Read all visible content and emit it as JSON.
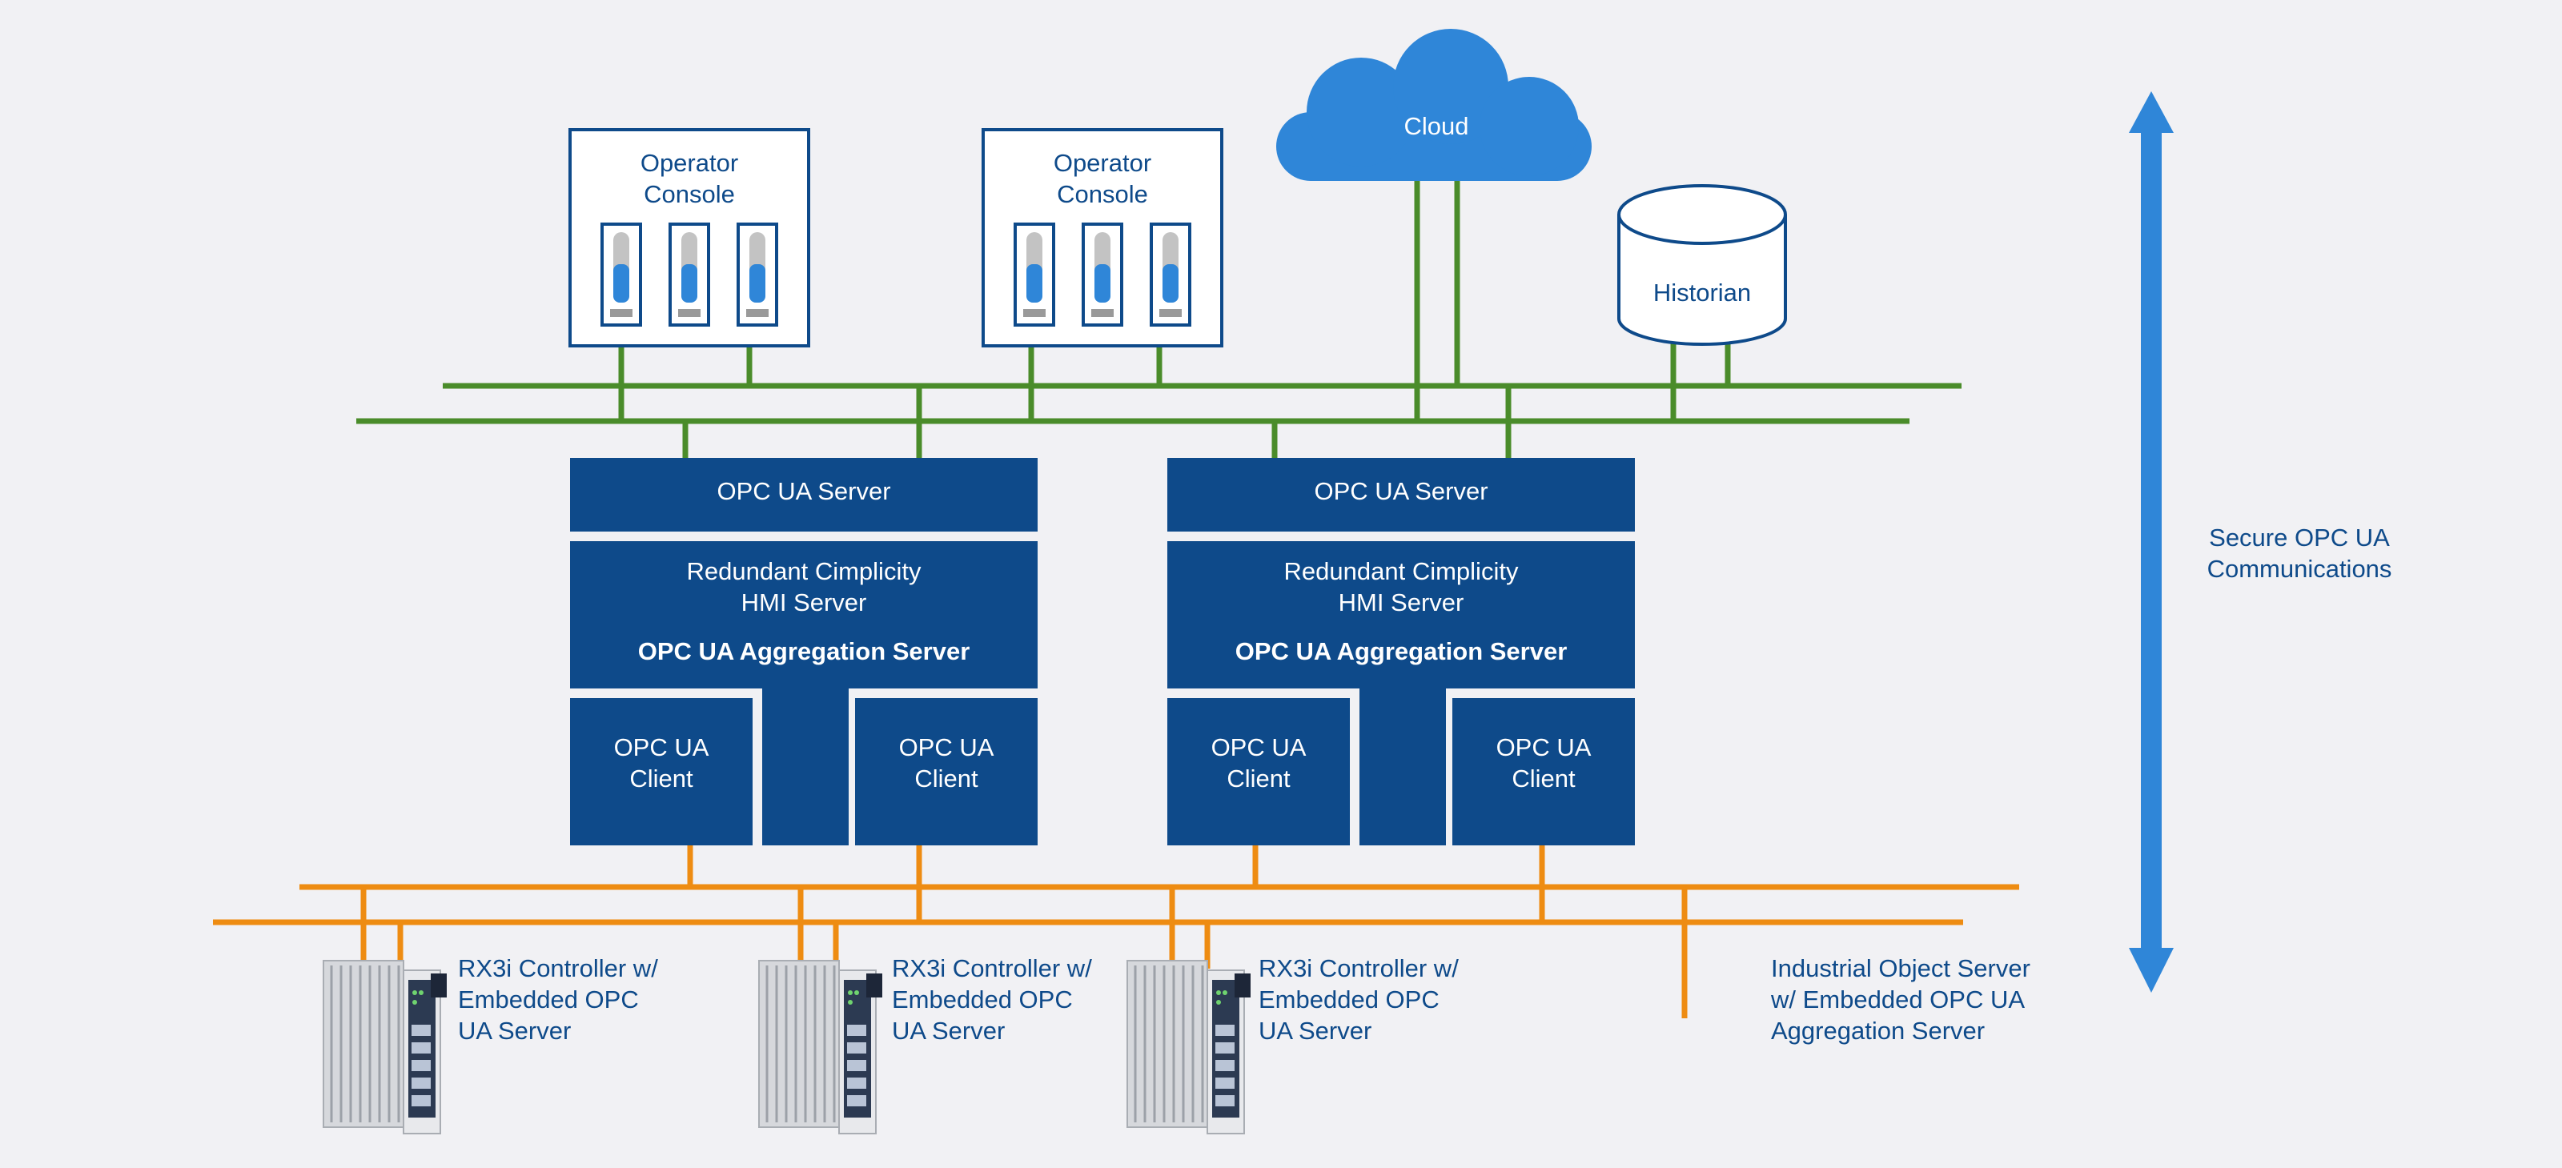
{
  "colors": {
    "background": "#f1f1f4",
    "server_blue": "#0e4a8a",
    "accent_blue": "#2f86d8",
    "network_green": "#4a8c2a",
    "network_orange": "#ee8c12"
  },
  "consoles": [
    {
      "line1": "Operator",
      "line2": "Console",
      "gauges": 3
    },
    {
      "line1": "Operator",
      "line2": "Console",
      "gauges": 3
    }
  ],
  "cloud": {
    "label": "Cloud"
  },
  "historian": {
    "label": "Historian"
  },
  "servers": [
    {
      "opc_ua_server": "OPC UA Server",
      "hmi_line1": "Redundant Cimplicity",
      "hmi_line2": "HMI Server",
      "aggregation": "OPC UA Aggregation Server",
      "clients": [
        {
          "line1": "OPC UA",
          "line2": "Client"
        },
        {
          "line1": "OPC UA",
          "line2": "Client"
        }
      ]
    },
    {
      "opc_ua_server": "OPC UA Server",
      "hmi_line1": "Redundant Cimplicity",
      "hmi_line2": "HMI Server",
      "aggregation": "OPC UA Aggregation Server",
      "clients": [
        {
          "line1": "OPC UA",
          "line2": "Client"
        },
        {
          "line1": "OPC UA",
          "line2": "Client"
        }
      ]
    }
  ],
  "controllers": [
    {
      "line1": "RX3i Controller w/",
      "line2": "Embedded OPC",
      "line3": "UA Server"
    },
    {
      "line1": "RX3i Controller w/",
      "line2": "Embedded OPC",
      "line3": "UA Server"
    },
    {
      "line1": "RX3i Controller w/",
      "line2": "Embedded OPC",
      "line3": "UA Server"
    }
  ],
  "industrial_server": {
    "line1": "Industrial Object Server",
    "line2": "w/ Embedded OPC UA",
    "line3": "Aggregation Server"
  },
  "secure_comm": {
    "line1": "Secure OPC UA",
    "line2": "Communications"
  }
}
